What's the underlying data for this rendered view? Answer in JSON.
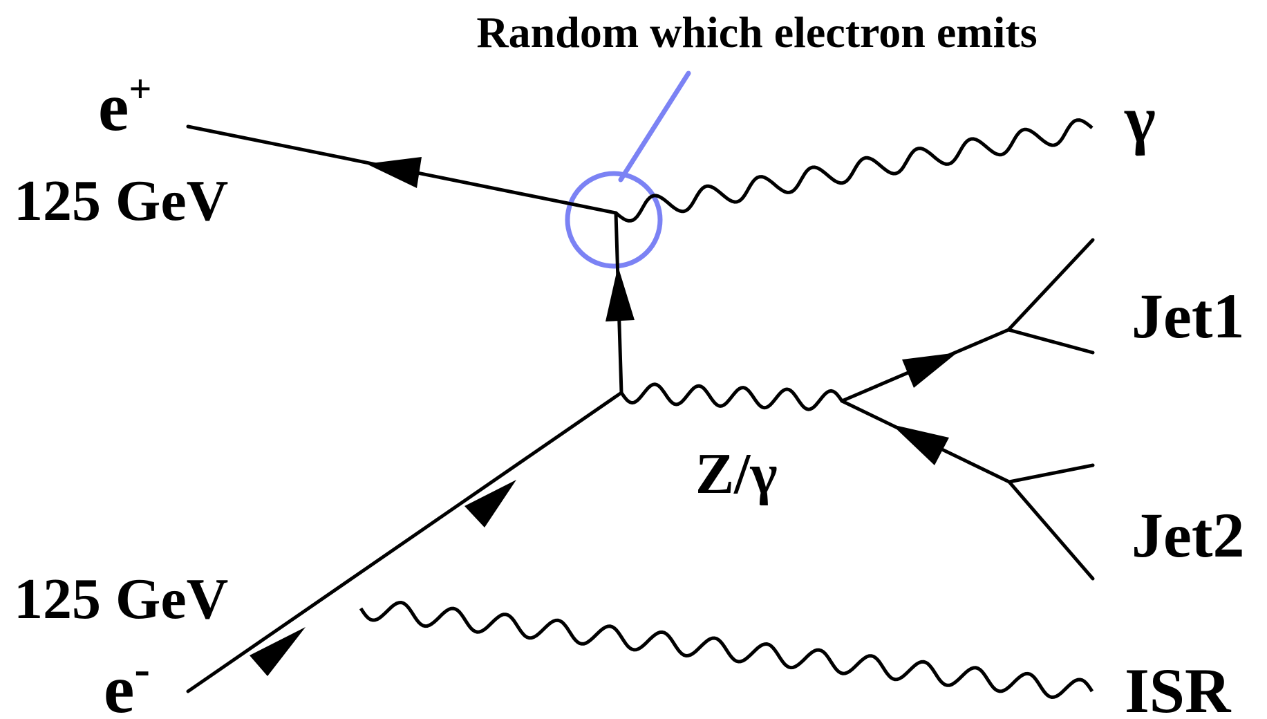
{
  "title": "Random which electron emits",
  "particles": {
    "positron": {
      "base": "e",
      "charge": "+",
      "energy": "125 GeV"
    },
    "electron": {
      "base": "e",
      "charge": "-",
      "energy": "125 GeV"
    },
    "photon": "γ",
    "boson": "Z/γ",
    "jet1": "Jet1",
    "jet2": "Jet2",
    "isr": "ISR"
  },
  "colors": {
    "highlight": "#7b82f4",
    "lines": "#000000"
  }
}
